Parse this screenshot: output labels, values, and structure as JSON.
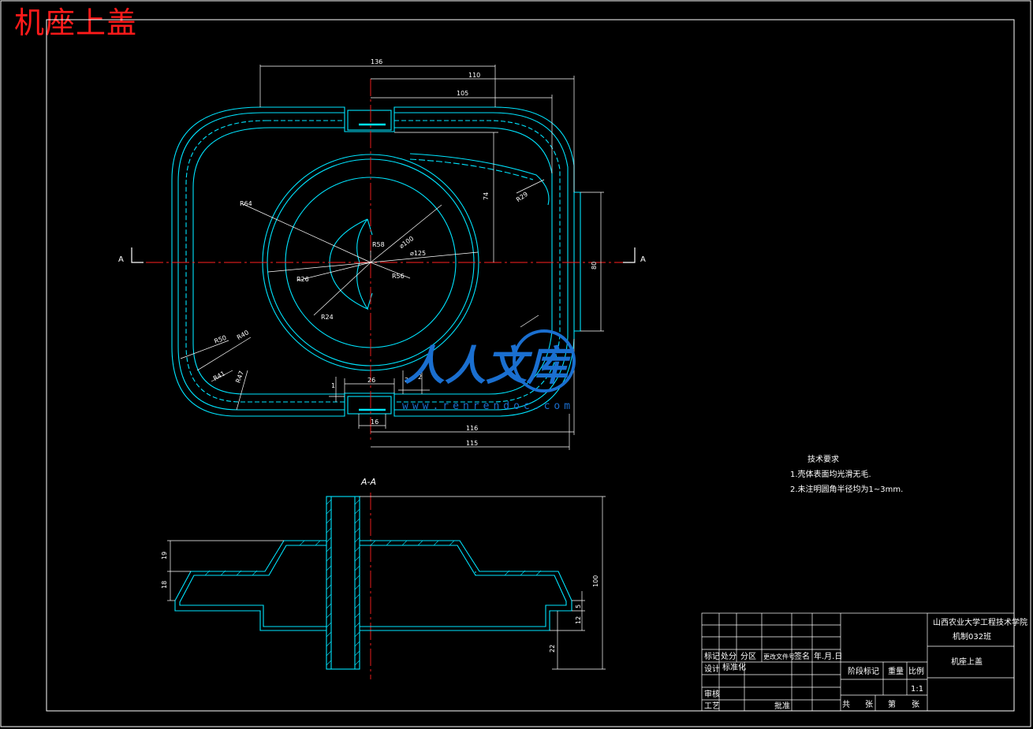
{
  "drawing_title": "机座上盖",
  "section_marker": "A",
  "section_title": "A-A",
  "top_view": {
    "dimensions": {
      "d136": "136",
      "d110": "110",
      "d105": "105",
      "d74": "74",
      "d80": "80",
      "d116": "116",
      "d115": "115",
      "d26": "26",
      "d16": "16",
      "d1": "1",
      "d2": "2",
      "d2b": "2"
    },
    "radii": {
      "r64": "R64",
      "r29": "R29",
      "r58": "R58",
      "d100": "⌀100",
      "d125": "⌀125",
      "r26": "R26",
      "r56": "R56",
      "r24": "R24",
      "r50": "R50",
      "r40": "R40",
      "r41": "R41",
      "r47": "R47"
    }
  },
  "section_view": {
    "dimensions": {
      "d19": "19",
      "d18": "18",
      "d100": "100",
      "d5": "5",
      "d12": "12",
      "d22": "22"
    }
  },
  "watermark": {
    "text": "人人文库",
    "url": "www.renrendoc.com"
  },
  "tech_notes": {
    "heading": "技术要求",
    "items": [
      "1.壳体表面均光滑无毛.",
      "2.未注明圆角半径均为1~3mm."
    ]
  },
  "title_block": {
    "school": "山西农业大学工程技术学院",
    "class": "机制032班",
    "part_name": "机座上盖",
    "scale": "1:1",
    "row_labels": {
      "mark": "标记",
      "count": "处分",
      "zone": "分区",
      "change_doc": "更改文件号",
      "sign": "签名",
      "date": "年.月.日",
      "design": "设计",
      "standardize": "标准化",
      "review": "审核",
      "process": "工艺",
      "approve": "批准",
      "stage_mark": "阶段标记",
      "weight": "重量",
      "ratio": "比例",
      "total": "共",
      "sheets": "张",
      "sheet_no": "第",
      "sheets2": "张"
    }
  },
  "colors": {
    "outline": "#00e5ff",
    "center": "#ff2020",
    "dim": "#ffffff",
    "title": "#ff1a1a",
    "watermark": "#1a6fd0"
  }
}
